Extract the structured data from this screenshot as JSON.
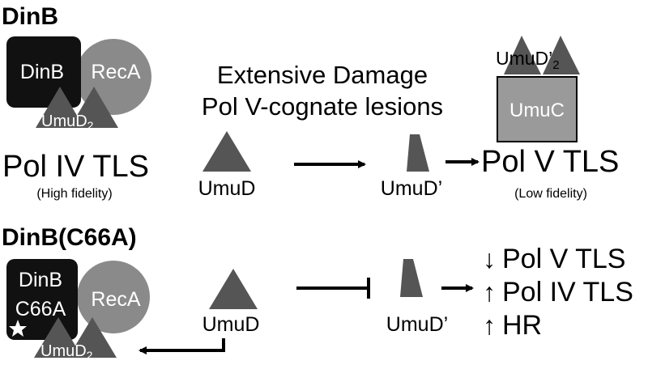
{
  "top": {
    "heading": "DinB",
    "complex": {
      "dinb_label": "DinB",
      "reca_label": "RecA",
      "umud2_label": "UmuD",
      "umud2_sub": "2"
    },
    "pol4_tls": "Pol IV TLS",
    "pol4_fidelity": "(High fidelity)",
    "damage_line1": "Extensive Damage",
    "damage_line2": "Pol V-cognate lesions",
    "umud_label": "UmuD",
    "umud_prime_label": "UmuD’",
    "pol5_complex": {
      "umud_prime2_label": "UmuD’",
      "umud_prime2_sub": "2",
      "umuc_label": "UmuC"
    },
    "pol5_tls": "Pol V TLS",
    "pol5_fidelity": "(Low fidelity)"
  },
  "bottom": {
    "heading": "DinB(C66A)",
    "complex": {
      "dinb_line1": "DinB",
      "dinb_line2": "C66A",
      "reca_label": "RecA",
      "umud2_label": "UmuD",
      "umud2_sub": "2"
    },
    "umud_label": "UmuD",
    "umud_prime_label": "UmuD’",
    "outcomes": [
      "Pol V TLS",
      "Pol IV TLS",
      "HR"
    ],
    "outcome_arrows": [
      "↓",
      "↑",
      "↑"
    ]
  },
  "colors": {
    "dinb_box": "#111111",
    "reca_circle": "#8a8a8a",
    "umud_triangle": "#555555",
    "umuc_box": "#9a9a9a",
    "text": "#000000",
    "white_text": "#ffffff"
  }
}
